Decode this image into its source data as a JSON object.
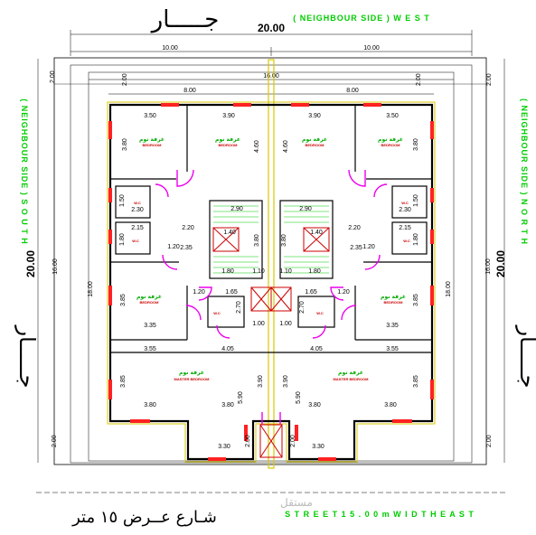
{
  "header": {
    "neighbour_ar": "جـــــار",
    "neighbour_west": "( NEIGHBOUR SIDE )     W E S T",
    "total_width": "20.00"
  },
  "sides": {
    "south": "( NEIGHBOUR SIDE )  S O U T H",
    "north": "( NEIGHBOUR SIDE )  N O R T H",
    "left_total": "20.00",
    "right_total": "20.00",
    "left_ar": "جـــــار",
    "right_ar": "جـــــار"
  },
  "footer": {
    "street_ar": "شـارع عــرض ١٥ متر",
    "street_en": "S T R E E T   1 5 . 0 0 m   W I D T H   E A S T",
    "watermark": "مستقل"
  },
  "dims_top": {
    "half_left": "10.00",
    "half_right": "10.00",
    "inner": "16.00",
    "setback_l1": "2.00",
    "setback_l2": "2.00",
    "setback_r1": "2.00",
    "setback_r2": "2.00",
    "bldg_left": "8.00",
    "bldg_right": "8.00"
  },
  "dims_side": {
    "left_16": "16.00",
    "right_16": "16.00",
    "left_18": "18.00",
    "right_18": "18.00",
    "l_top": "2.00",
    "r_top": "2.00",
    "l_bot": "2.00",
    "r_bot": "2.00"
  },
  "rooms": {
    "bedroom_ar": "غرفة نوم",
    "bedroom_en": "BEDROOM",
    "master_ar": "غرفة نوم",
    "master_en": "MASTER BEDROOM",
    "wc": "W.C"
  },
  "dims_rooms": {
    "d350a": "3.50",
    "d390a": "3.90",
    "d390b": "3.90",
    "d350b": "3.50",
    "d380a": "3.80",
    "d460a": "4.60",
    "d460b": "4.60",
    "d380b": "3.80",
    "d150a": "1.50",
    "d150b": "1.50",
    "d230a": "2.30",
    "d230b": "2.30",
    "d290a": "2.90",
    "d290b": "2.90",
    "d215a": "2.15",
    "d215b": "2.15",
    "d220a": "2.20",
    "d220b": "2.20",
    "d140a": "1.40",
    "d140b": "1.40",
    "d380c": "3.80",
    "d380d": "3.80",
    "d180a": "1.80",
    "d180b": "1.80",
    "d120a": "1.20",
    "d120b": "1.20",
    "d235a": "2.35",
    "d235b": "2.35",
    "d180c": "1.80",
    "d110a": "1.10",
    "d110b": "1.10",
    "d180d": "1.80",
    "d385a": "3.85",
    "d385b": "3.85",
    "d120c": "1.20",
    "d165a": "1.65",
    "d165b": "1.65",
    "d120d": "1.20",
    "d270a": "2.70",
    "d270b": "2.70",
    "d335a": "3.35",
    "d335b": "3.35",
    "d100a": "1.00",
    "d100b": "1.00",
    "d355a": "3.55",
    "d405a": "4.05",
    "d405b": "4.05",
    "d355b": "3.55",
    "d385c": "3.85",
    "d390c": "3.90",
    "d390d": "3.90",
    "d385d": "3.85",
    "d590a": "5.90",
    "d590b": "5.90",
    "d380e": "3.80",
    "d380f": "3.80",
    "d380g": "3.80",
    "d380h": "3.80",
    "d200a": "2.00",
    "d200b": "2.00",
    "d330a": "3.30",
    "d330b": "3.30"
  }
}
